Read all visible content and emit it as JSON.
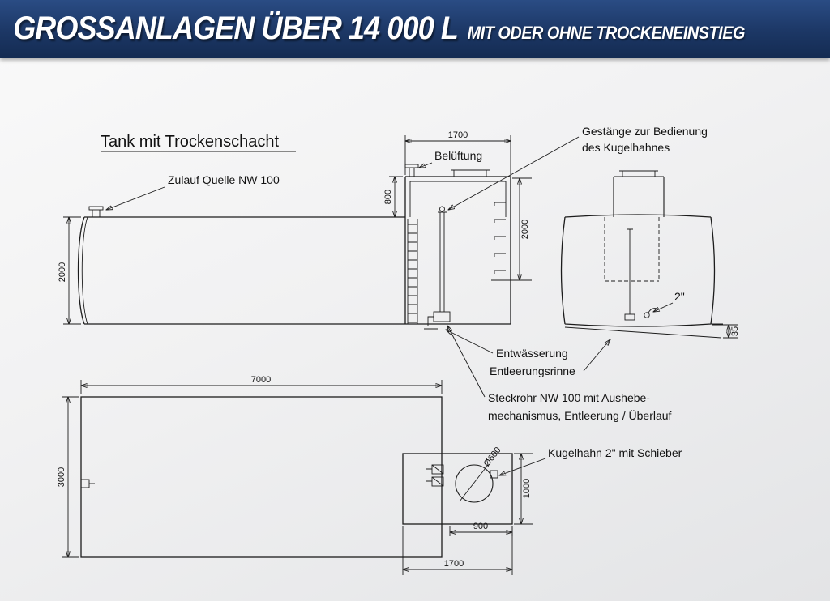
{
  "header": {
    "title": "GROSSANLAGEN ÜBER 14 000 L",
    "subtitle": "MIT ODER OHNE TROCKENEINSTIEG"
  },
  "drawing": {
    "title": "Tank mit Trockenschacht",
    "labels": {
      "zulauf": "Zulauf Quelle NW 100",
      "belueftung": "Belüftung",
      "gestaenge1": "Gestänge zur Bedienung",
      "gestaenge2": "des Kugelhahnes",
      "zoll2": "2\"",
      "entwaesserung": "Entwässerung",
      "entleerungsrinne": "Entleerungsrinne",
      "steckrohr1": "Steckrohr NW 100 mit Aushebe-",
      "steckrohr2": "mechanismus, Entleerung / Überlauf",
      "kugelhahn": "Kugelhahn 2\" mit Schieber"
    },
    "dims": {
      "shaft_width": "1700",
      "shaft_above": "800",
      "tank_height": "2000",
      "shaft_depth": "2000",
      "rinne_depth": "35",
      "tank_length": "7000",
      "tank_width": "3000",
      "manhole": "Ø600",
      "shaft_plan_depth": "1000",
      "shaft_plan_offset": "900",
      "shaft_plan_width": "1700"
    }
  },
  "colors": {
    "header_bg_top": "#2a4c84",
    "header_bg_bottom": "#142b52",
    "header_text": "#ffffff",
    "line": "#1c1c1c",
    "background": "#eceded"
  }
}
